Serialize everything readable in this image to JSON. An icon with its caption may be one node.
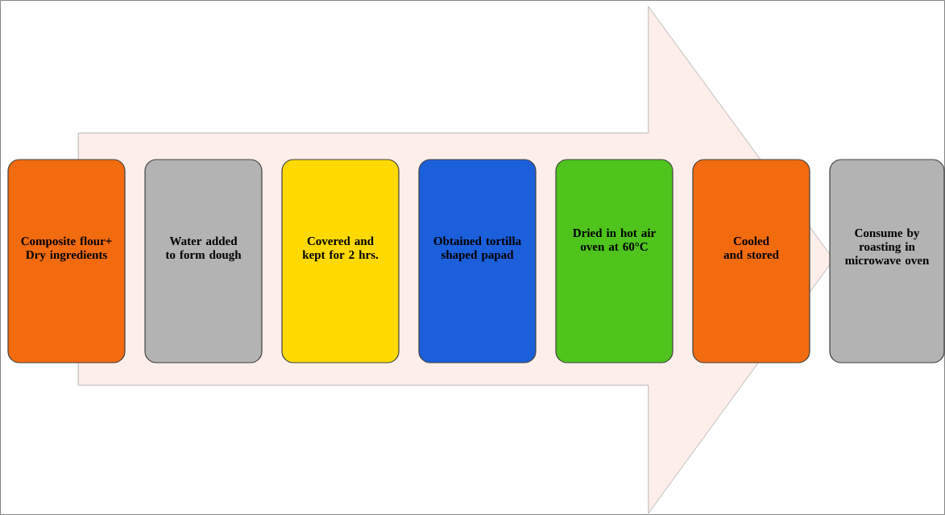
{
  "diagram": {
    "nodes": [
      {
        "text": [
          "Composite flour+ Dry ingredients"
        ]
      },
      {
        "text": [
          "Water added to form dough"
        ]
      },
      {
        "text": [
          "Covered and kept for 2 hrs."
        ]
      },
      {
        "text": [
          "Obtained tortilla shaped papad"
        ]
      },
      {
        "text": [
          "Dried in hot air oven at 60°C"
        ]
      },
      {
        "text": [
          "Cooled and stored"
        ]
      },
      {
        "text": [
          "Consume by roasting in microwave oven"
        ]
      }
    ],
    "edges": [
      {
        "from": 0,
        "to": 6,
        "arrow": "to"
      }
    ]
  }
}
